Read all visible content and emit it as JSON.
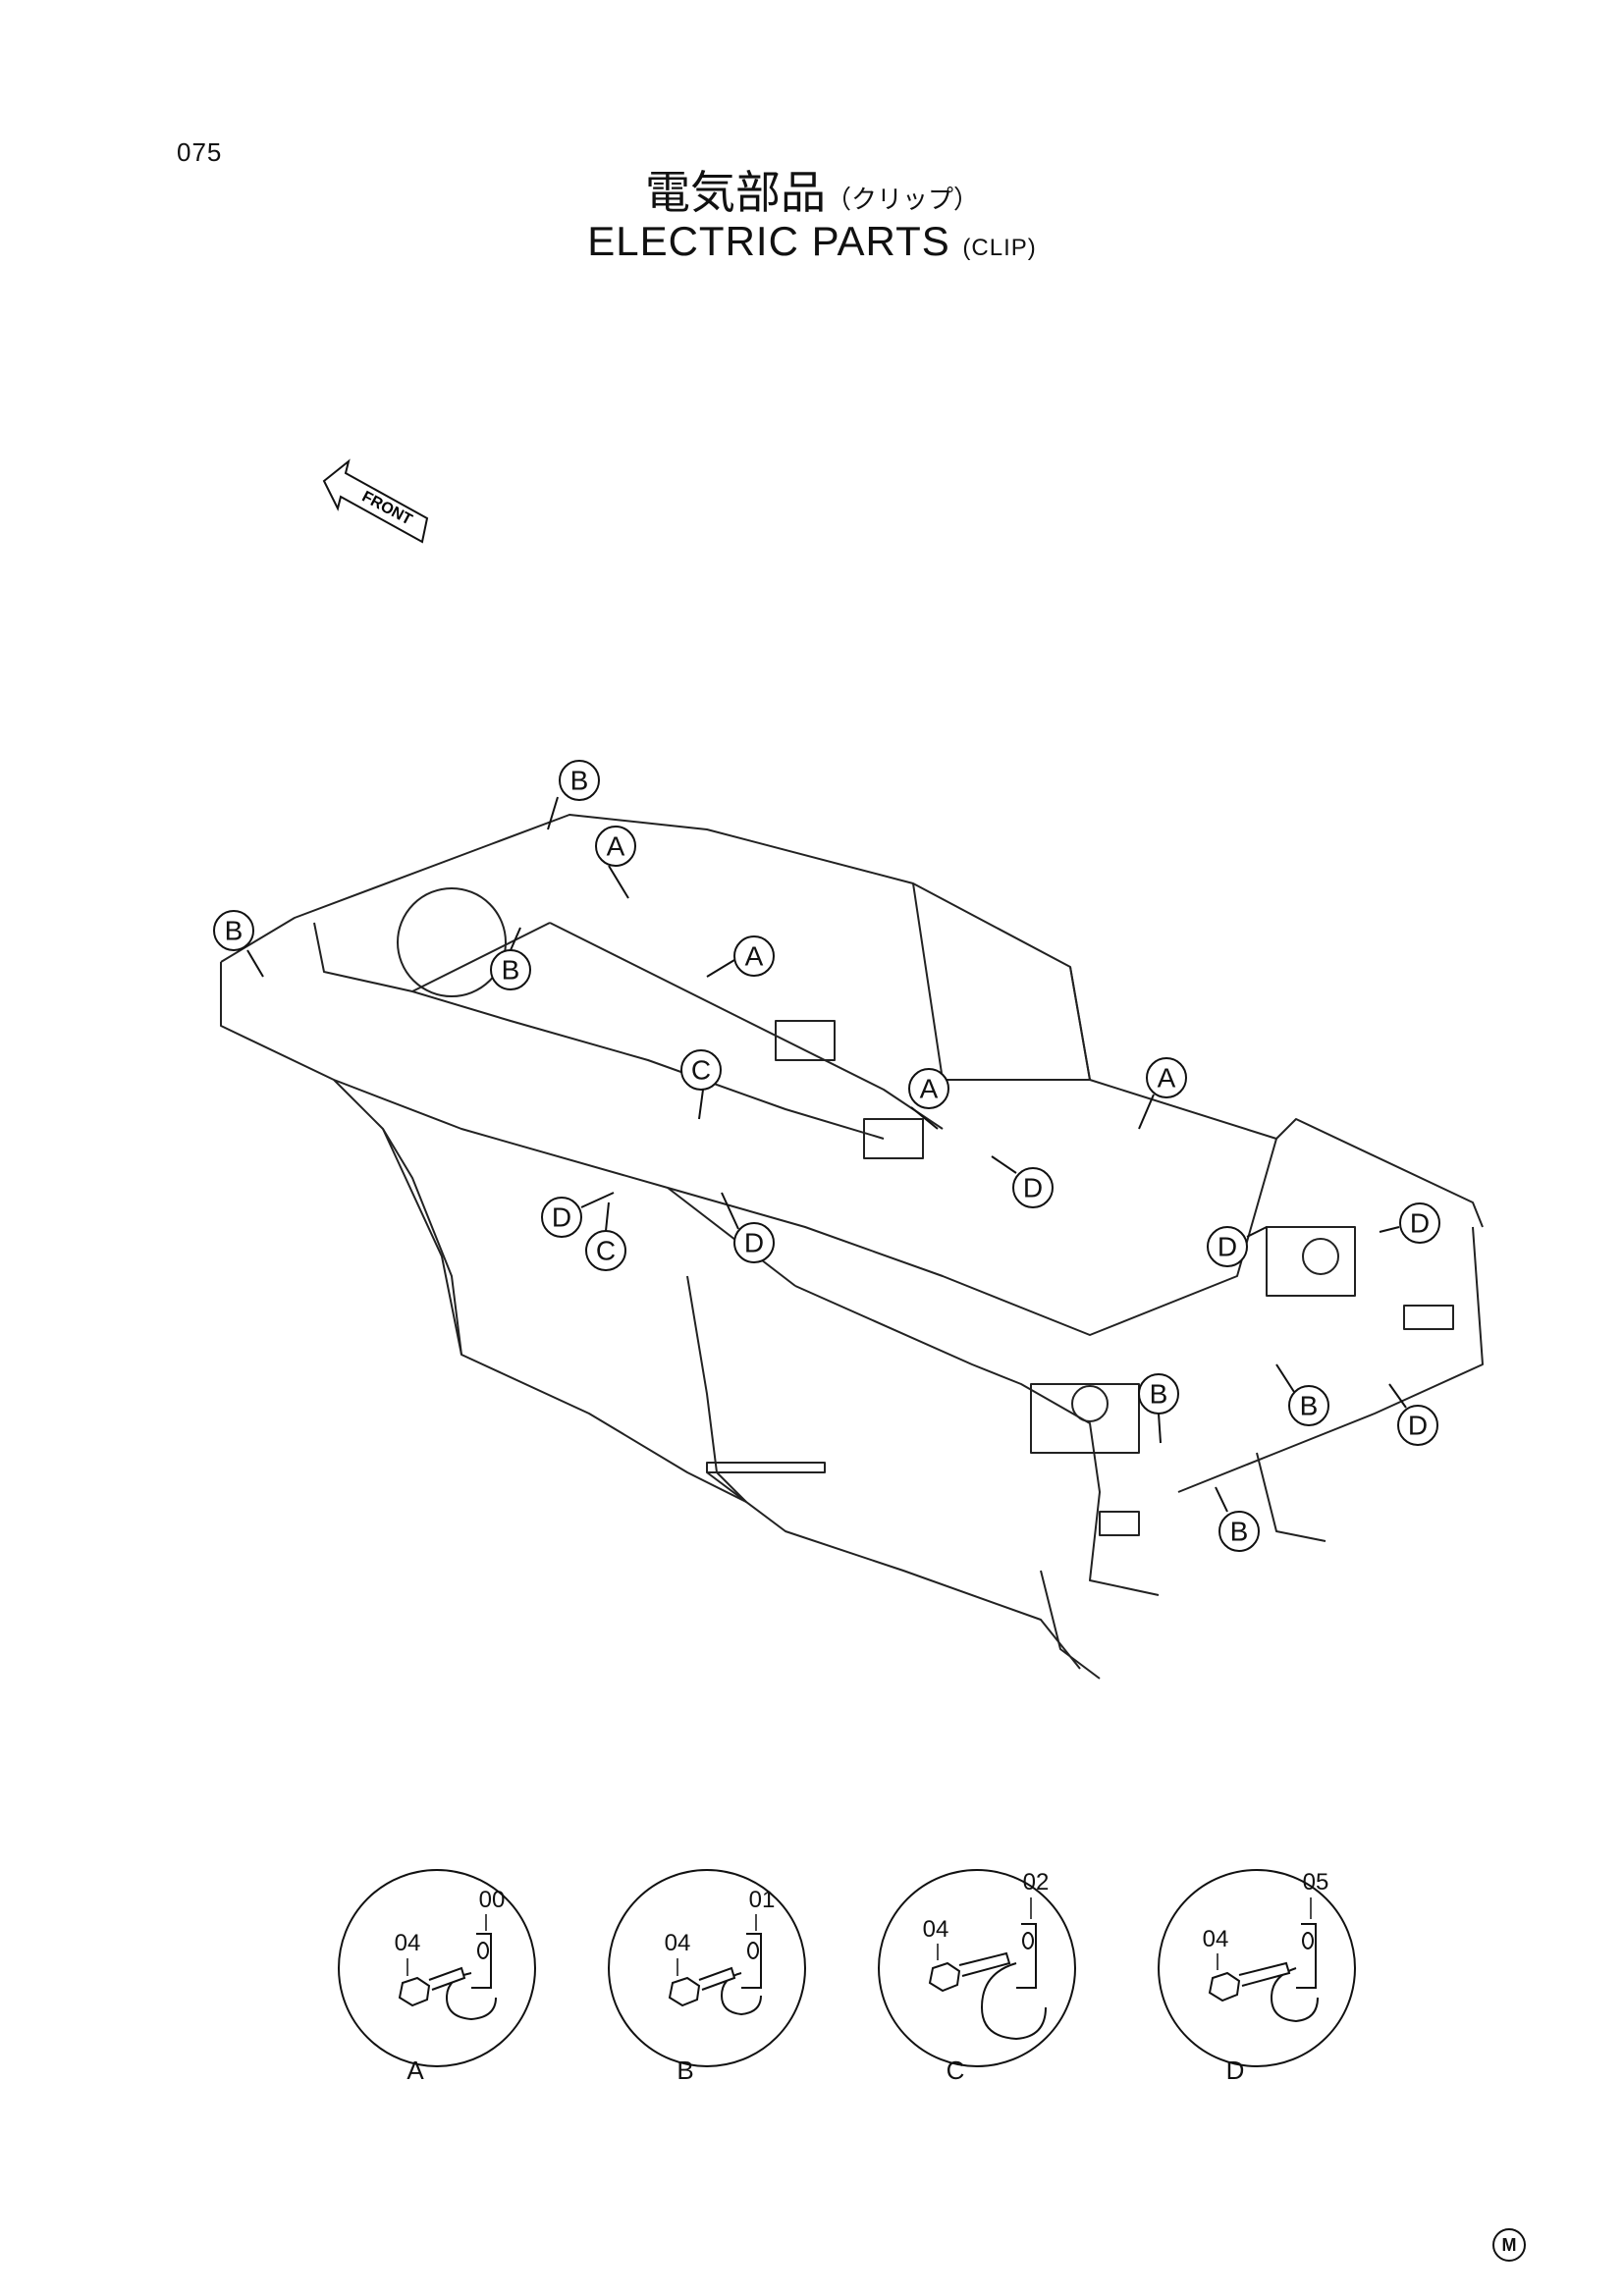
{
  "page_number": "075",
  "title_jp": "電気部品",
  "title_jp_sub": "（クリップ）",
  "title_en": "ELECTRIC PARTS",
  "title_en_sub": "(CLIP)",
  "front_label": "FRONT",
  "corner_mark": "M",
  "callouts": [
    "B",
    "A",
    "B",
    "B",
    "A",
    "C",
    "D",
    "C",
    "D",
    "A",
    "A",
    "D",
    "D",
    "D",
    "B",
    "D",
    "B",
    "B"
  ],
  "details": [
    {
      "label": "A",
      "bolt": "04",
      "clip": "00"
    },
    {
      "label": "B",
      "bolt": "04",
      "clip": "01"
    },
    {
      "label": "C",
      "bolt": "04",
      "clip": "02"
    },
    {
      "label": "D",
      "bolt": "04",
      "clip": "05"
    }
  ]
}
